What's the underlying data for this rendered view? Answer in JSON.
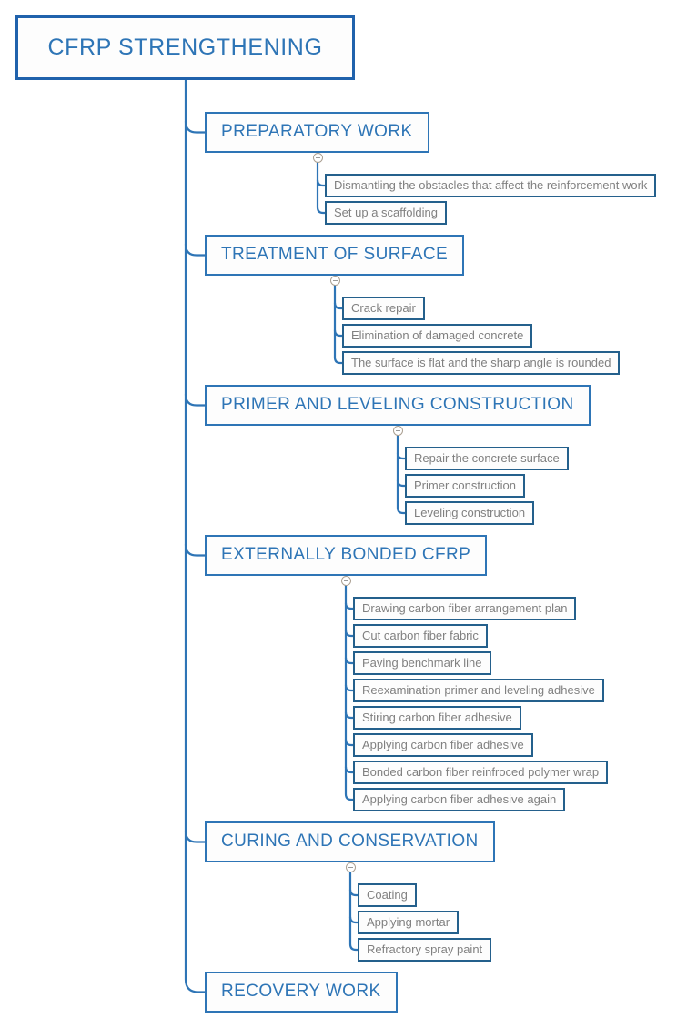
{
  "root": {
    "label": "CFRP STRENGTHENING"
  },
  "icons": {
    "collapse_toggle": "minus-circle"
  },
  "colors": {
    "accent_blue": "#2e75b6",
    "root_border": "#2062ac",
    "child_border": "#24608c",
    "child_text": "#808080",
    "toggle_border": "#aba092"
  },
  "topics": [
    {
      "label": "PREPARATORY WORK",
      "children": [
        "Dismantling the obstacles that affect the reinforcement work",
        "Set up a scaffolding"
      ]
    },
    {
      "label": "TREATMENT OF SURFACE",
      "children": [
        "Crack repair",
        "Elimination of damaged concrete",
        "The surface is flat and the sharp angle is rounded"
      ]
    },
    {
      "label": "PRIMER AND LEVELING CONSTRUCTION",
      "children": [
        "Repair the concrete surface",
        "Primer construction",
        "Leveling construction"
      ]
    },
    {
      "label": "EXTERNALLY BONDED CFRP",
      "children": [
        "Drawing carbon fiber arrangement plan",
        "Cut carbon fiber fabric",
        "Paving benchmark line",
        "Reexamination primer and leveling adhesive",
        "Stiring carbon fiber adhesive",
        "Applying carbon fiber adhesive",
        "Bonded carbon fiber reinfroced polymer wrap",
        "Applying carbon fiber adhesive again"
      ]
    },
    {
      "label": "CURING AND CONSERVATION",
      "children": [
        "Coating",
        "Applying mortar",
        "Refractory spray paint"
      ]
    },
    {
      "label": "RECOVERY WORK",
      "children": []
    }
  ]
}
